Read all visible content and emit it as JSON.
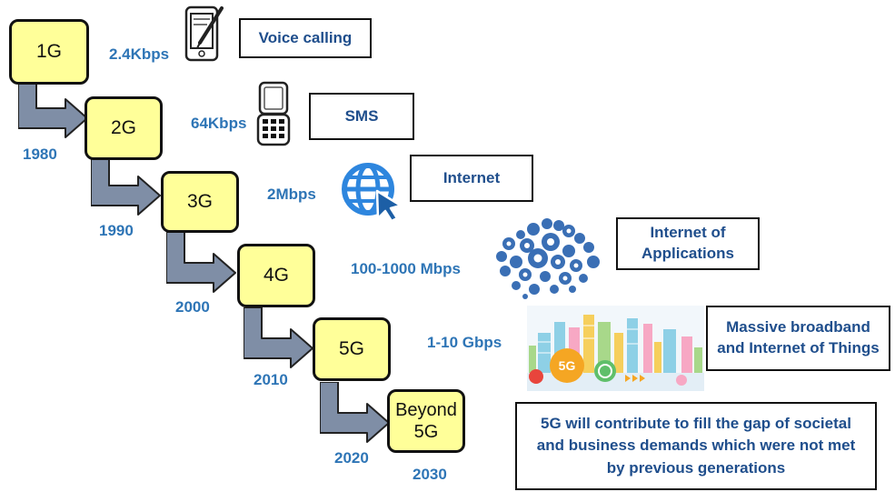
{
  "generations": [
    {
      "name": "1G",
      "speed": "2.4Kbps",
      "service": "Voice calling",
      "service_icon": "phone-pen-icon"
    },
    {
      "name": "2G",
      "speed": "64Kbps",
      "service": "SMS",
      "service_icon": "keypad-phone-icon"
    },
    {
      "name": "3G",
      "speed": "2Mbps",
      "service": "Internet",
      "service_icon": "globe-cursor-icon"
    },
    {
      "name": "4G",
      "speed": "100-1000 Mbps",
      "service": "Internet of Applications",
      "service_icon": "app-cloud-icon"
    },
    {
      "name": "5G",
      "speed": "1-10 Gbps",
      "service": "Massive broadband and Internet of Things",
      "service_icon": "smart-city-icon"
    },
    {
      "name": "Beyond 5G"
    }
  ],
  "years": [
    "1980",
    "1990",
    "2000",
    "2010",
    "2020",
    "2030"
  ],
  "services": {
    "voice": "Voice calling",
    "sms": "SMS",
    "internet": "Internet",
    "apps_line1": "Internet of",
    "apps_line2": "Applications",
    "iot_line1": "Massive broadband",
    "iot_line2": "and Internet of Things"
  },
  "beyond_line1": "Beyond",
  "beyond_line2": "5G",
  "city_badge": "5G",
  "note": {
    "line1": "5G will contribute to fill the gap of societal",
    "line2": "and business demands which were not met",
    "line3": "by previous generations"
  },
  "colors": {
    "box_fill": "#ffff99",
    "arrow_fill": "#7f8ea6",
    "text_blue": "#2e75b6",
    "label_text": "#1f4e8c",
    "globe_blue": "#2e86de"
  }
}
